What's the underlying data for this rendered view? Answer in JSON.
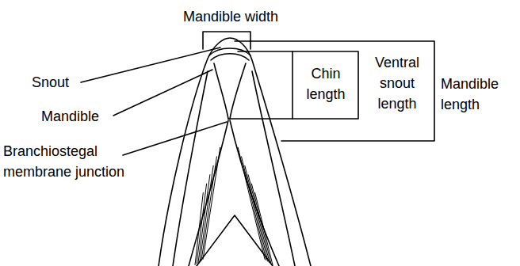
{
  "diagram": {
    "labels": [
      "Mandible width",
      "Snout",
      "Chin length",
      "Ventral snout length",
      "Mandible length",
      "Mandible",
      "Branchiostegal membrane junction"
    ]
  }
}
